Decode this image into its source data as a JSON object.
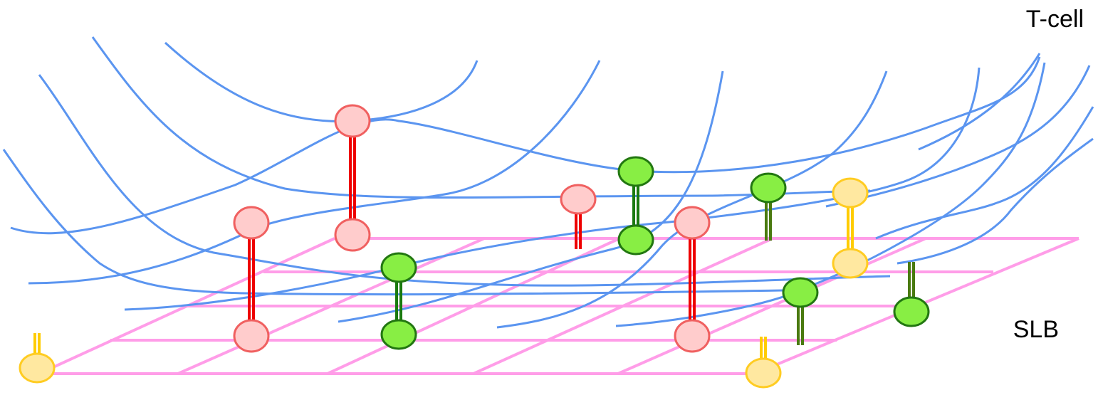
{
  "labels": {
    "top_membrane": "T-cell",
    "bottom_surface": "SLB"
  },
  "colors": {
    "membrane_lines": "#5b95f0",
    "grid_lines": "#ff9de8",
    "red_fill": "#ffcccc",
    "red_stroke": "#f06060",
    "red_stem": "#ee0000",
    "green_fill": "#88ee44",
    "green_stroke": "#227711",
    "green_stem": "#1a7a10",
    "green_free_stem": "#4a7a10",
    "yellow_fill": "#ffe8a0",
    "yellow_stroke": "#ffcc22",
    "yellow_stem": "#ffcc00"
  },
  "legend": [
    {
      "type": "red",
      "meaning": ""
    },
    {
      "type": "green",
      "meaning": ""
    },
    {
      "type": "yellow",
      "meaning": ""
    }
  ]
}
